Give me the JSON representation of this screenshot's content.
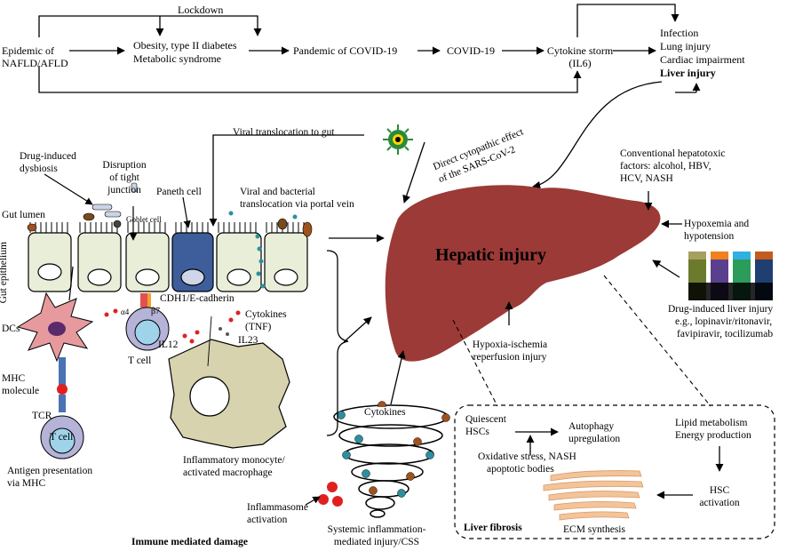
{
  "flow": {
    "lockdown": "Lockdown",
    "epidemic": [
      "Epidemic of",
      "NAFLD/AFLD"
    ],
    "obesity": [
      "Obesity, type II diabetes",
      "Metabolic syndrome"
    ],
    "pandemic": "Pandemic of COVID-19",
    "covid": "COVID-19",
    "cytokine_storm": [
      "Cytokine storm",
      "(IL6)"
    ],
    "outcomes": [
      "Infection",
      "Lung injury",
      "Cardiac impairment"
    ],
    "liver_injury": "Liver injury"
  },
  "gut": {
    "drug_dysbiosis": [
      "Drug-induced",
      "dysbiosis"
    ],
    "tight_junction": [
      "Disruption",
      "of tight",
      "junction"
    ],
    "paneth": "Paneth cell",
    "goblet": "Goblet cell",
    "gut_lumen": "Gut lumen",
    "gut_epithelium": "Gut epithelium",
    "viral_gut": "Viral translocation to gut",
    "viral_bacterial": [
      "Viral and bacterial",
      "translocation via portal vein"
    ],
    "dcs": "DCs",
    "a4": "α4",
    "b7": "β7",
    "cdh1": "CDH1/E-cadherin",
    "cytokines_tnf": [
      "Cytokines",
      "(TNF)"
    ],
    "il12": "IL12",
    "il23": "IL23",
    "t_cell": "T cell",
    "t_cell2": "T cell",
    "mhc": [
      "MHC",
      "molecule"
    ],
    "tcr": "TCR",
    "antigen": [
      "Antigen presentation",
      "via MHC"
    ],
    "monocyte": [
      "Inflammatory monocyte/",
      "activated macrophage"
    ],
    "immune_damage": "Immune mediated damage"
  },
  "liver": {
    "hepatic": "Hepatic injury",
    "cytopathic": [
      "Direct cytopathic effect",
      "of the SARS-CoV-2"
    ],
    "conventional": [
      "Conventional hepatotoxic",
      "factors: alcohol, HBV,",
      "HCV, NASH"
    ],
    "hypoxemia": [
      "Hypoxemia and",
      "hypotension"
    ],
    "drug_induced": [
      "Drug-induced liver injury",
      "e.g., lopinavir/ritonavir,",
      "favipiravir, tocilizumab"
    ],
    "hypoxia": [
      "Hypoxia-ischemia",
      "reperfusion injury"
    ],
    "cytokines": "Cytokines",
    "inflammasome": [
      "Inflammasome",
      "activation"
    ],
    "systemic": [
      "Systemic inflammation-",
      "mediated injury/CSS"
    ]
  },
  "fibrosis": {
    "quiescent": [
      "Quiescent",
      "HSCs"
    ],
    "autophagy": [
      "Autophagy",
      "upregulation"
    ],
    "oxidative": [
      "Oxidative stress, NASH",
      "apoptotic bodies"
    ],
    "lipid": [
      "Lipid metabolism",
      "Energy production"
    ],
    "hsc": [
      "HSC",
      "activation"
    ],
    "ecm": "ECM synthesis",
    "label": "Liver fibrosis"
  },
  "colors": {
    "liver": "#9b3a37",
    "epithelium": "#e8eed8",
    "paneth": "#3d5e9a",
    "dc": "#e79a9e",
    "macrophage": "#d6d3ae",
    "tcell": "#b5b3d8",
    "virus": "#2a8a3a",
    "ecm": "#f3c49a"
  }
}
